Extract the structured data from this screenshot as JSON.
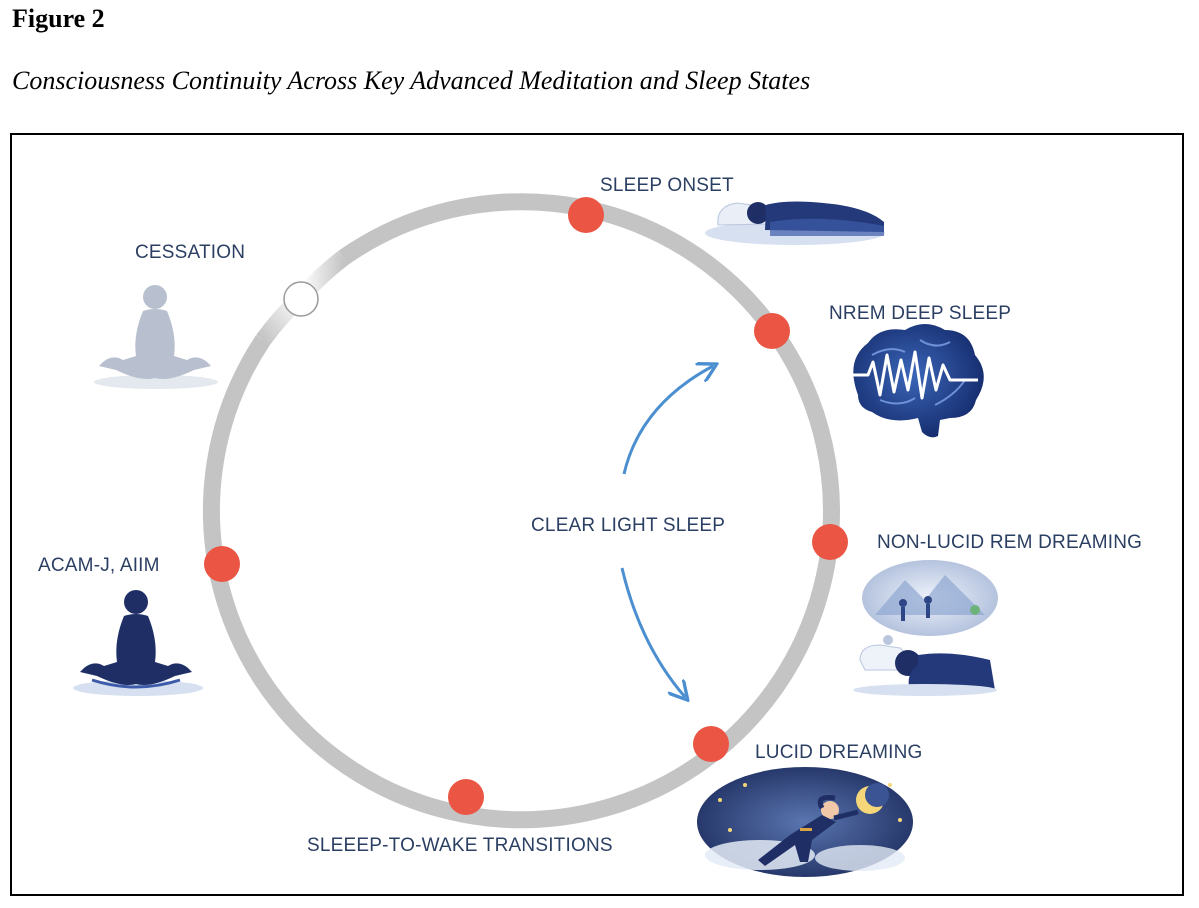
{
  "figure": {
    "label": "Figure 2",
    "title": "Consciousness Continuity Across Key Advanced Meditation and Sleep States"
  },
  "diagram": {
    "center_label": "CLEAR LIGHT SLEEP",
    "states": {
      "sleep_onset": "SLEEP ONSET",
      "nrem_deep_sleep": "NREM DEEP SLEEP",
      "non_lucid_rem": "NON-LUCID REM DREAMING",
      "lucid_dreaming": "LUCID DREAMING",
      "sleep_to_wake": "SLEEEP-TO-WAKE TRANSITIONS",
      "acam_j": "ACAM-J, AIIM",
      "cessation": "CESSATION"
    },
    "icons": {
      "sleep_onset": "sleeping-person-icon",
      "nrem_deep_sleep": "brain-wave-icon",
      "non_lucid_rem": "dreaming-person-icon",
      "lucid_dreaming": "flying-dreamer-icon",
      "acam_j": "meditating-person-icon",
      "cessation": "faded-meditating-person-icon"
    },
    "colors": {
      "ring": "#c4c4c4",
      "marker": "#ea5544",
      "arrow": "#4b8fd0",
      "text": "#2b3f63",
      "icon_dark": "#1f2f66",
      "icon_faded": "#b8c0cf"
    }
  }
}
